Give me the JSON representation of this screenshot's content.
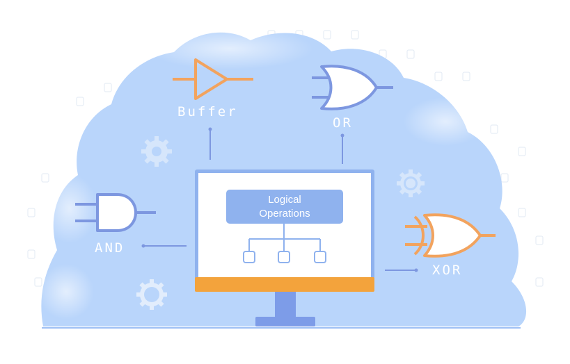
{
  "diagram": {
    "center_title_line1": "Logical",
    "center_title_line2": "Operations",
    "gates": {
      "buffer": "Buffer",
      "or": "OR",
      "and": "AND",
      "xor": "XOR"
    }
  },
  "colors": {
    "cloud": "#b9d5fb",
    "gate_blue": "#7d97e0",
    "gate_orange": "#f2a35e",
    "monitor_stand": "#7d9ce8",
    "monitor_bezel": "#f3a33c",
    "screen": "#ffffff",
    "title_box": "#8fb2ee"
  },
  "icons": [
    "gear-icon",
    "gear-icon",
    "gear-icon",
    "buffer-gate-icon",
    "or-gate-icon",
    "and-gate-icon",
    "xor-gate-icon",
    "monitor-icon",
    "tree-icon"
  ]
}
